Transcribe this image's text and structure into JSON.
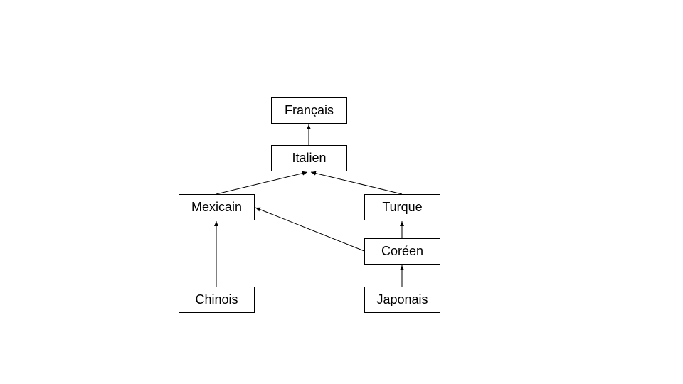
{
  "nodes": {
    "francais": "Français",
    "italien": "Italien",
    "mexicain": "Mexicain",
    "turque": "Turque",
    "coreen": "Coréen",
    "chinois": "Chinois",
    "japonais": "Japonais"
  },
  "edges": [
    {
      "from": "Italien",
      "to": "Français"
    },
    {
      "from": "Mexicain",
      "to": "Italien"
    },
    {
      "from": "Turque",
      "to": "Italien"
    },
    {
      "from": "Coréen",
      "to": "Mexicain"
    },
    {
      "from": "Coréen",
      "to": "Turque"
    },
    {
      "from": "Chinois",
      "to": "Mexicain"
    },
    {
      "from": "Japonais",
      "to": "Coréen"
    }
  ],
  "colors": {
    "line": "#000000",
    "box_border": "#000000",
    "background": "#ffffff"
  }
}
